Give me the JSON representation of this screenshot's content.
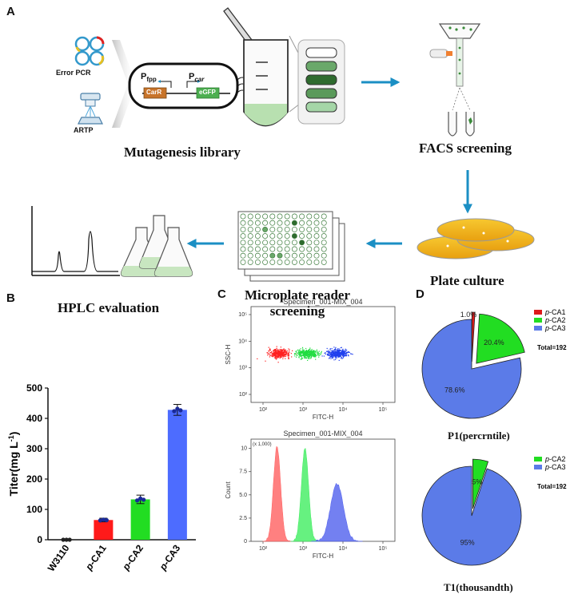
{
  "panels": {
    "a": "A",
    "b": "B",
    "c": "C",
    "d": "D"
  },
  "workflow": {
    "methods": [
      "Error PCR",
      "ARTP"
    ],
    "construct": {
      "promoter1": "P",
      "promoter1_sub": "fpp",
      "promoter2": "P",
      "promoter2_sub": "car",
      "gene1": "CarR",
      "gene2": "eGFP"
    },
    "steps": {
      "mutagenesis": "Mutagenesis library",
      "facs": "FACS screening",
      "plate": "Plate culture",
      "microplate_line1": "Microplate reader",
      "microplate_line2": "screening",
      "hplc": "HPLC evaluation"
    },
    "colors": {
      "arrow": "#1b8fc4",
      "green_dark": "#2e7d32",
      "green_light": "#a5d6a7",
      "plate": "#f5b820"
    }
  },
  "panel_b": {
    "chart_data": {
      "type": "bar",
      "categories": [
        "W3110",
        "p-CA1",
        "p-CA2",
        "p-CA3"
      ],
      "values": [
        0,
        65,
        133,
        428
      ],
      "errors": [
        0,
        6,
        14,
        18
      ],
      "colors": [
        "#222222",
        "#ff1a1a",
        "#22dd22",
        "#4d6cff"
      ],
      "ylabel": "Titer(mg L",
      "ylabel_sup": "-1",
      "ylabel_close": ")",
      "ylim": [
        0,
        500
      ],
      "yticks": [
        0,
        100,
        200,
        300,
        400,
        500
      ],
      "ytick_labels": [
        "0",
        "100",
        "200",
        "300",
        "400",
        "500"
      ],
      "cat_prefix": [
        "",
        "p",
        "p",
        "p"
      ],
      "cat_suffix": [
        "W3110",
        "-CA1",
        "-CA2",
        "-CA3"
      ]
    }
  },
  "panel_c": {
    "top": {
      "title": "Specimen_001-MIX_004",
      "ylabel": "SSC-H",
      "xlabel": "FITC-H",
      "xticks": [
        "10²",
        "10³",
        "10⁴",
        "10⁵"
      ],
      "yticks": [
        "10²",
        "10³",
        "10⁴",
        "10⁵"
      ],
      "clusters": [
        {
          "color": "#ff2020",
          "center": [
            2.4,
            3.55
          ]
        },
        {
          "color": "#20dd40",
          "center": [
            3.1,
            3.55
          ]
        },
        {
          "color": "#2040ee",
          "center": [
            3.85,
            3.55
          ]
        }
      ]
    },
    "bottom": {
      "title": "Specimen_001-MIX_004",
      "ylabel": "Count",
      "yunit": "(x 1,000)",
      "xlabel": "FITC-H",
      "xticks": [
        "10²",
        "10³",
        "10⁴",
        "10⁵"
      ],
      "yticks": [
        "0",
        "2.5",
        "5.0",
        "7.5",
        "10"
      ],
      "peaks": [
        {
          "color": "#ff6060",
          "center": 2.35,
          "height": 10.2,
          "width": 0.09
        },
        {
          "color": "#40ee60",
          "center": 3.05,
          "height": 10.0,
          "width": 0.09
        },
        {
          "color": "#5060ee",
          "center": 3.85,
          "height": 6.2,
          "width": 0.16
        }
      ]
    }
  },
  "panel_d": {
    "chart_data": [
      {
        "type": "pie",
        "title": "P1(percrntile)",
        "labels": [
          "p-CA1",
          "p-CA2",
          "p-CA3"
        ],
        "label_prefix": [
          "p",
          "p",
          "p"
        ],
        "label_suffix": [
          "-CA1",
          "-CA2",
          "-CA3"
        ],
        "values": [
          1.0,
          20.4,
          78.6
        ],
        "value_labels": [
          "1.0%",
          "20.4%",
          "78.6%"
        ],
        "colors": [
          "#dd1a1a",
          "#22dd22",
          "#5b7be8"
        ],
        "total": "Total=192"
      },
      {
        "type": "pie",
        "title": "T1(thousandth)",
        "labels": [
          "p-CA2",
          "p-CA3"
        ],
        "label_prefix": [
          "p",
          "p"
        ],
        "label_suffix": [
          "-CA2",
          "-CA3"
        ],
        "values": [
          5,
          95
        ],
        "value_labels": [
          "5%",
          "95%"
        ],
        "colors": [
          "#22dd22",
          "#5b7be8"
        ],
        "total": "Total=192"
      }
    ]
  }
}
